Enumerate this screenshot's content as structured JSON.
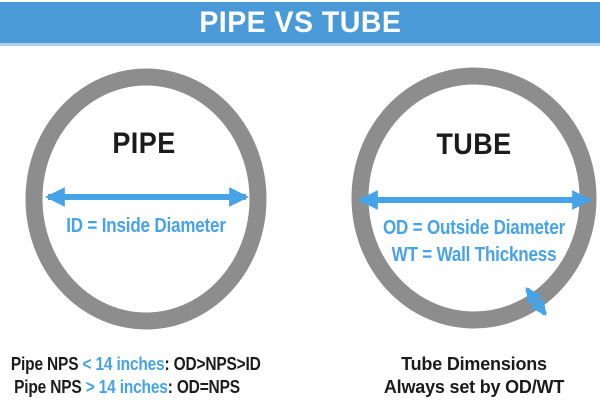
{
  "header": {
    "title": "PIPE VS TUBE"
  },
  "colors": {
    "header_bg": "#4b9ad8",
    "header_edge": "#aecfec",
    "accent_blue": "#47a3e8",
    "ring_gray": "#8d8d8d",
    "text_black": "#1b1b1b",
    "header_text": "#ffffff"
  },
  "pipe": {
    "label": "PIPE",
    "dimension_label": "ID = Inside Diameter",
    "note_line1": {
      "prefix": "Pipe NPS ",
      "highlight": "< 14 inches",
      "suffix": ": OD>NPS>ID"
    },
    "note_line2": {
      "prefix": "Pipe NPS ",
      "highlight": "> 14 inches",
      "suffix": ": OD=NPS"
    }
  },
  "tube": {
    "label": "TUBE",
    "dimension_label_od": "OD = Outside Diameter",
    "dimension_label_wt": "WT = Wall Thickness",
    "note_line1": "Tube Dimensions",
    "note_line2": "Always set by OD/WT"
  }
}
